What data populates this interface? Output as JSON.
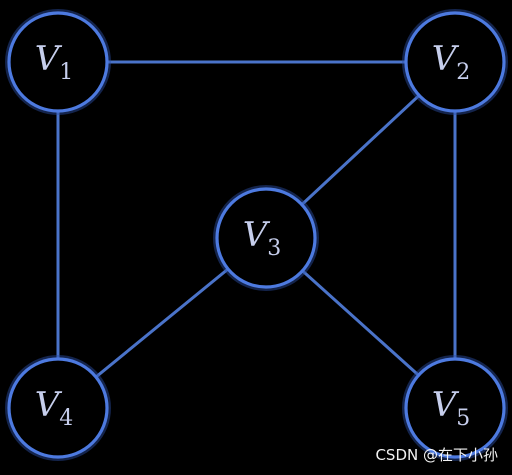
{
  "diagram": {
    "nodes": [
      {
        "id": "V1",
        "letter": "V",
        "sub": "1"
      },
      {
        "id": "V2",
        "letter": "V",
        "sub": "2"
      },
      {
        "id": "V3",
        "letter": "V",
        "sub": "3"
      },
      {
        "id": "V4",
        "letter": "V",
        "sub": "4"
      },
      {
        "id": "V5",
        "letter": "V",
        "sub": "5"
      }
    ],
    "edges": [
      [
        "V1",
        "V2"
      ],
      [
        "V1",
        "V4"
      ],
      [
        "V2",
        "V3"
      ],
      [
        "V2",
        "V5"
      ],
      [
        "V3",
        "V4"
      ],
      [
        "V3",
        "V5"
      ]
    ],
    "colors": {
      "background": "#000000",
      "edge": "#4a73c9",
      "node_ring": "#4d7ae0",
      "label": "#c6ceec"
    }
  },
  "watermark": {
    "text": "CSDN @在下小孙"
  }
}
